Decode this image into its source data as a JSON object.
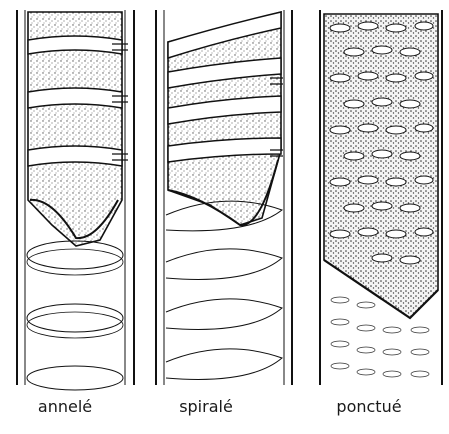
{
  "figure": {
    "colors": {
      "ink": "#111111",
      "stipple": "#6b6b6b",
      "paper": "#ffffff"
    },
    "vessels": [
      {
        "id": "annele",
        "label": "annelé"
      },
      {
        "id": "spirale",
        "label": "spiralé"
      },
      {
        "id": "ponctue",
        "label": "ponctué"
      }
    ]
  }
}
